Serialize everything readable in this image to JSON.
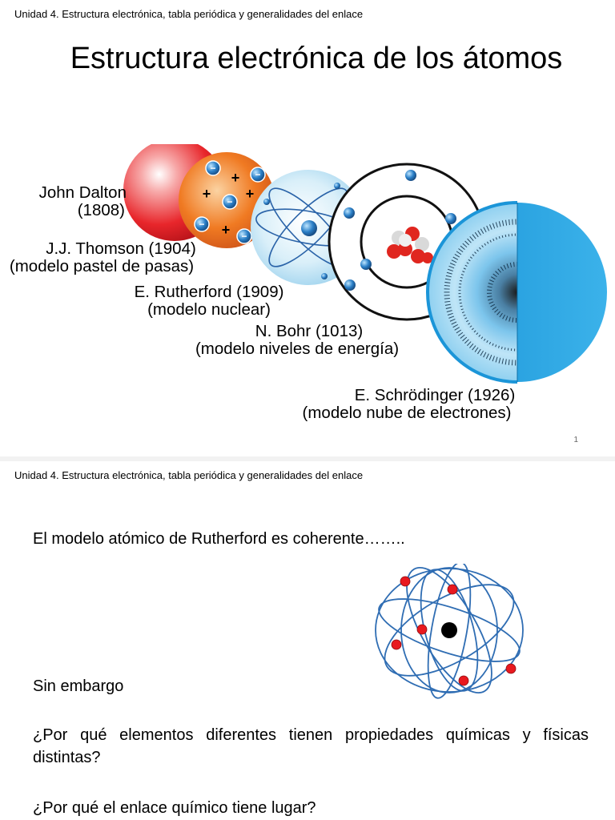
{
  "slide1": {
    "header": "Unidad 4.  Estructura electrónica, tabla periódica y generalidades del enlace",
    "title": "Estructura electrónica de los átomos",
    "page_number": "1",
    "labels": {
      "dalton_name": "John Dalton",
      "dalton_year": "(1808)",
      "thomson_name": "J.J. Thomson (1904)",
      "thomson_model": "(modelo pastel de pasas)",
      "rutherford_name": "E. Rutherford (1909)",
      "rutherford_model": "(modelo nuclear)",
      "bohr_name": "N. Bohr (1013)",
      "bohr_model": "(modelo niveles de energía)",
      "schrodinger_name": "E. Schrödinger (1926)",
      "schrodinger_model": "(modelo nube de electrones)"
    },
    "thomson_signs": [
      "+",
      "+",
      "+",
      "+"
    ],
    "colors": {
      "dalton": "#e8262b",
      "thomson": "#f07a22",
      "rutherford": "#bfe3f4",
      "schrodinger": "#29a3de",
      "electron": "#2a7fc7"
    }
  },
  "slide2": {
    "header": "Unidad 4.  Estructura electrónica, tabla periódica y generalidades del enlace",
    "line1": "El modelo atómico de Rutherford es coherente……..",
    "line2": "Sin embargo",
    "question1": "¿Por qué elementos diferentes tienen propiedades químicas y físicas distintas?",
    "question2": "¿Por qué el enlace químico tiene lugar?"
  }
}
